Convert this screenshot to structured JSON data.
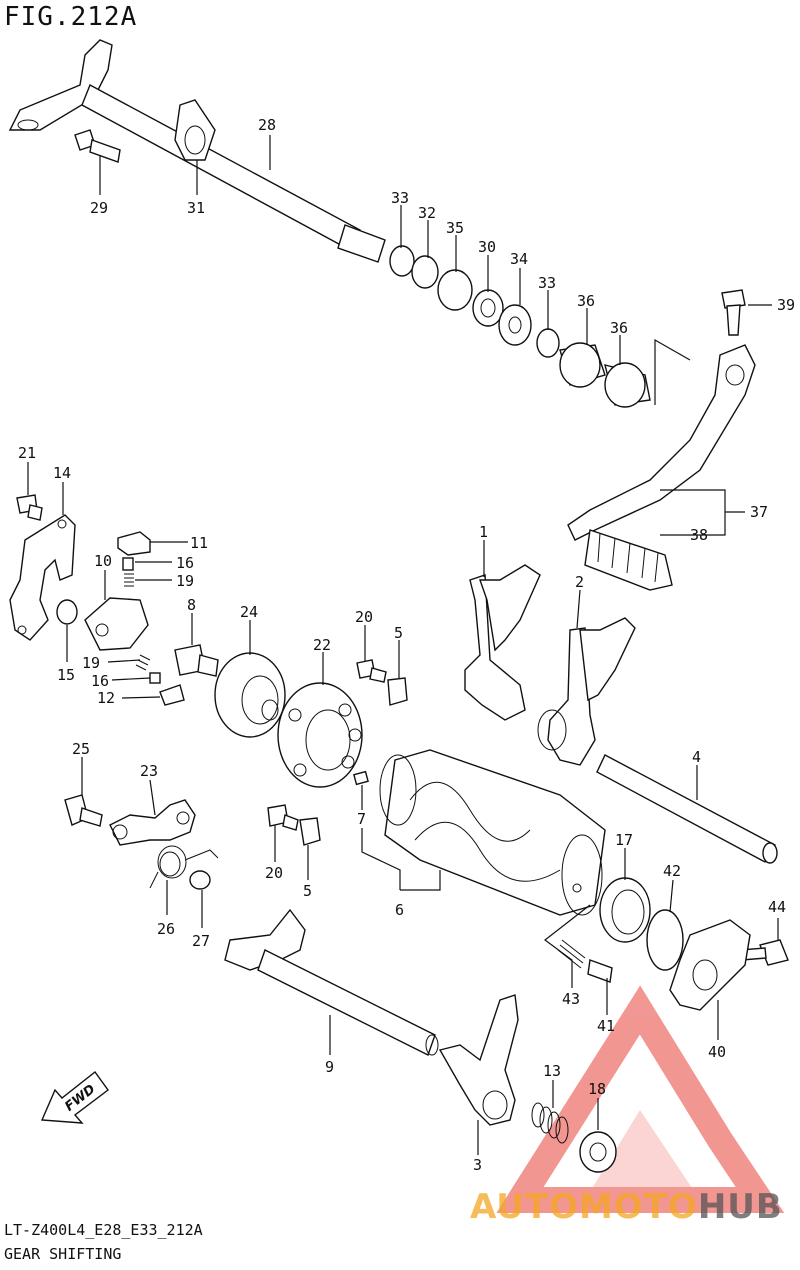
{
  "figure": {
    "title": "FIG.212A",
    "model_code": "LT-Z400L4_E28_E33_212A",
    "section_name": "GEAR SHIFTING"
  },
  "callouts": [
    "28",
    "29",
    "31",
    "33",
    "32",
    "35",
    "30",
    "34",
    "33",
    "36",
    "36",
    "39",
    "21",
    "14",
    "11",
    "16",
    "19",
    "10",
    "15",
    "19",
    "16",
    "12",
    "8",
    "24",
    "22",
    "20",
    "5",
    "1",
    "2",
    "37",
    "38",
    "25",
    "23",
    "20",
    "5",
    "7",
    "6",
    "4",
    "17",
    "42",
    "44",
    "26",
    "27",
    "43",
    "41",
    "40",
    "9",
    "13",
    "18",
    "3"
  ],
  "watermark": {
    "brand_part1": "AUTOMOTO",
    "brand_part2": "HUB",
    "colors": {
      "orange": "#f5a623",
      "red": "#e8413a",
      "gray": "#555555"
    }
  }
}
